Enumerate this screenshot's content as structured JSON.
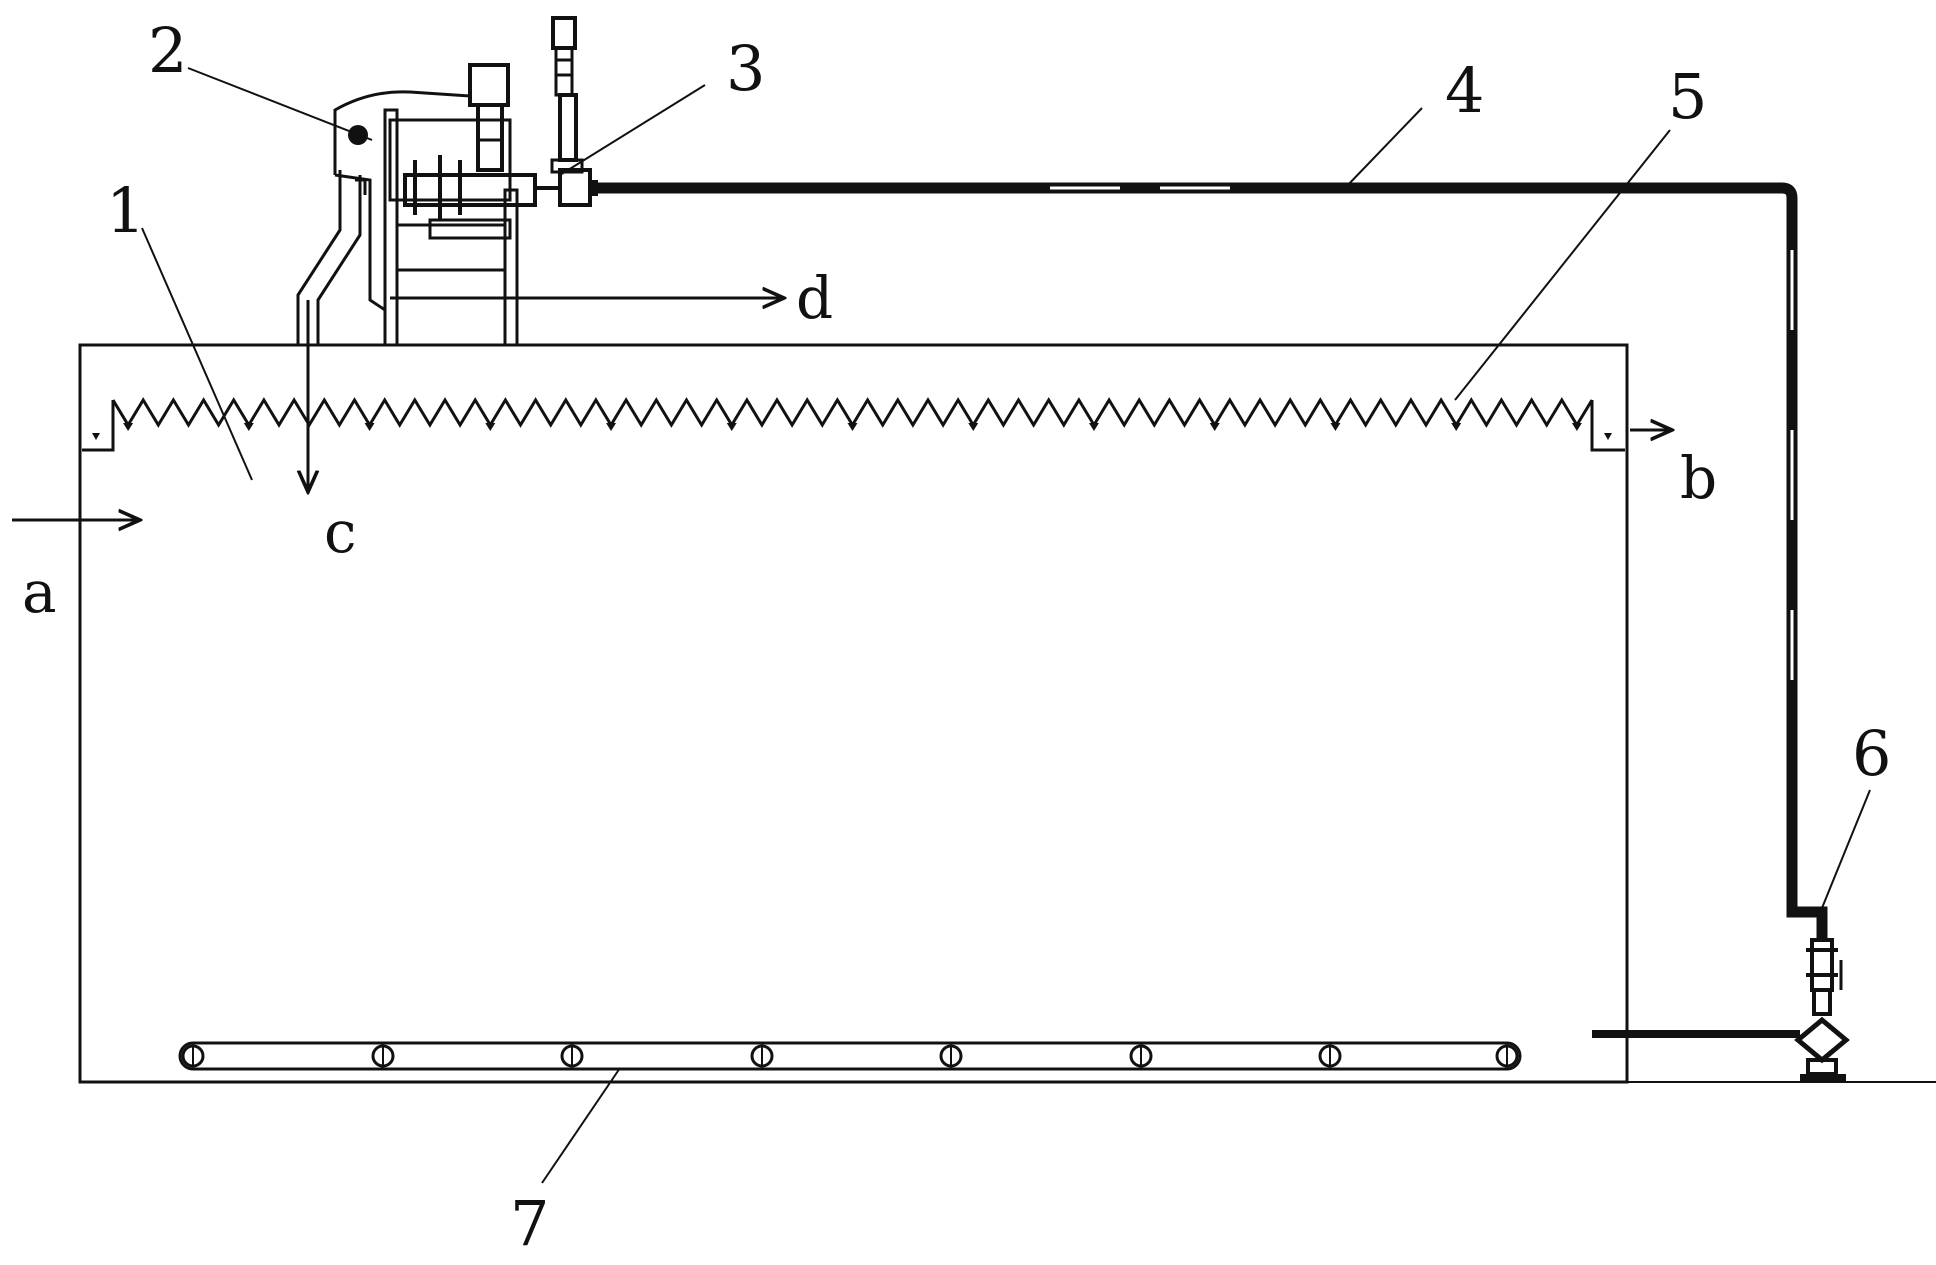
{
  "parts": [
    {
      "id": "1",
      "name": "tank"
    },
    {
      "id": "2",
      "name": "separator-unit"
    },
    {
      "id": "3",
      "name": "pump"
    },
    {
      "id": "4",
      "name": "pipe"
    },
    {
      "id": "5",
      "name": "weir"
    },
    {
      "id": "6",
      "name": "valve-pump"
    },
    {
      "id": "7",
      "name": "scraper-conveyor"
    }
  ],
  "labels": {
    "n1": "1",
    "n2": "2",
    "n3": "3",
    "n4": "4",
    "n5": "5",
    "n6": "6",
    "n7": "7",
    "a": "a",
    "b": "b",
    "c": "c",
    "d": "d"
  },
  "colors": {
    "line": "#111111",
    "background": "#ffffff"
  }
}
